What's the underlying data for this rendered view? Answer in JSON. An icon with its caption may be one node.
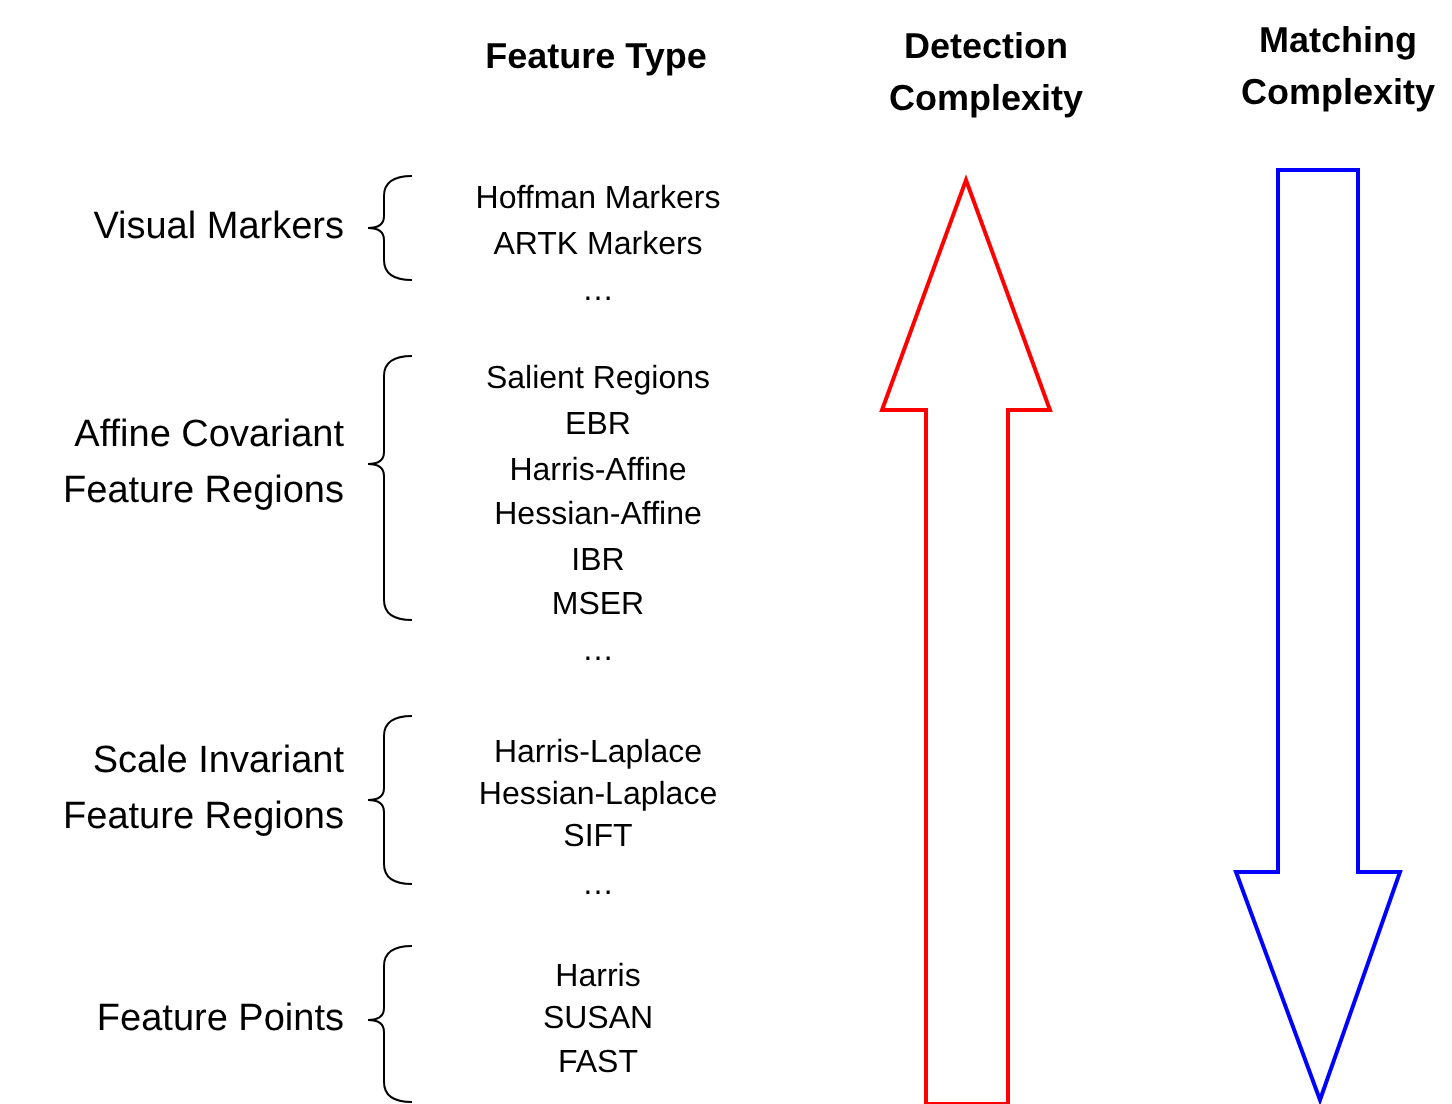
{
  "diagram": {
    "labels": [
      "Feature Type",
      "Detection Complexity",
      "Matching Complexity",
      "Visual Markers",
      "Hoffman Markers",
      "ARTK Markers",
      "…",
      "Affine Covariant Feature Regions",
      "Salient Regions",
      "EBR",
      "Harris-Affine",
      "Hessian-Affine",
      "IBR",
      "MSER",
      "…",
      "Scale Invariant Feature Regions",
      "Harris-Laplace",
      "Hessian-Laplace",
      "SIFT",
      "…",
      "Feature Points",
      "Harris",
      "SUSAN",
      "FAST"
    ]
  }
}
